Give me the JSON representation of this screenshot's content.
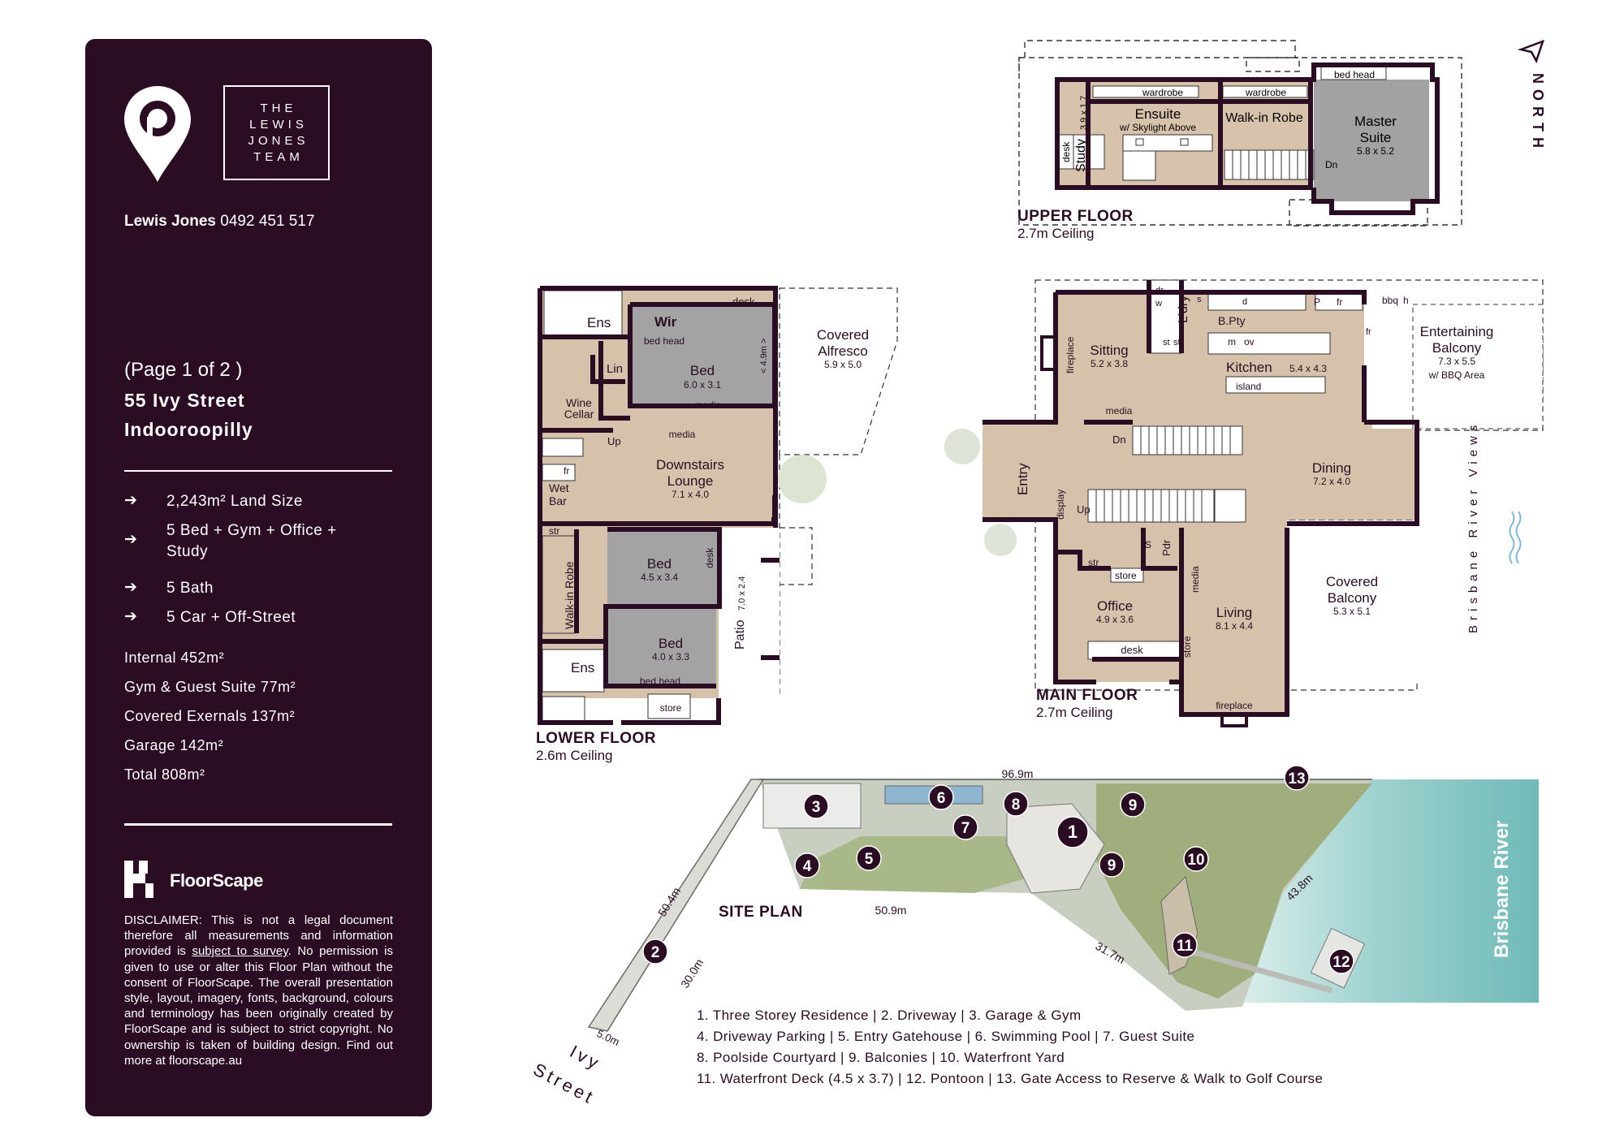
{
  "brand": {
    "team_name_lines": [
      "THE",
      "LEWIS",
      "JONES",
      "TEAM"
    ],
    "agent_name": "Lewis Jones",
    "agent_phone": "0492 451 517"
  },
  "listing": {
    "page": "(Page 1 of 2 )",
    "street": "55 Ivy Street",
    "suburb": "Indooroopilly",
    "features": [
      "2,243m² Land Size",
      "5 Bed + Gym + Office + Study",
      "5 Bath",
      "5 Car + Off-Street"
    ],
    "areas": [
      "Internal 452m²",
      "Gym & Guest Suite 77m²",
      "Covered Exernals 137m²",
      "Garage 142m²",
      "Total 808m²"
    ]
  },
  "footer": {
    "company": "FloorScape",
    "disclaimer_start": "DISCLAIMER: This is not a legal document therefore all measurements and information provided is ",
    "disclaimer_link": "subject to survey",
    "disclaimer_end": ". No permission is given to use or alter this Floor Plan without the consent of FloorScape. The overall presentation style, layout, imagery, fonts, background, colours and terminology has been originally created by FloorScape and is subject to strict copyright. No ownership is taken of building design. Find out more at floorscape.au"
  },
  "north_label": "NORTH",
  "upper_floor": {
    "title": "UPPER FLOOR",
    "ceiling": "2.7m Ceiling",
    "labels": {
      "wardrobe_1": "wardrobe",
      "wardrobe_2": "wardrobe",
      "bed_head": "bed head",
      "ensuite": "Ensuite",
      "ensuite_note": "w/ Skylight Above",
      "walk_in_robe": "Walk-in Robe",
      "master": "Master",
      "suite": "Suite",
      "master_dim": "5.8 x 5.2",
      "study": "Study",
      "study_dim": "3.9 x 1.7",
      "desk": "desk",
      "dn": "Dn"
    }
  },
  "lower_floor": {
    "title": "LOWER FLOOR",
    "ceiling": "2.6m Ceiling",
    "labels": {
      "ens_top": "Ens",
      "wir": "Wir",
      "desk_top": "desk",
      "bed_head_1": "bed head",
      "bed_main": "Bed",
      "bed_main_dim": "6.0 x 3.1",
      "media_1": "media",
      "dim_49": "< 4.9m >",
      "lin": "Lin",
      "wine": "Wine",
      "cellar": "Cellar",
      "up": "Up",
      "media_2": "media",
      "covered": "Covered",
      "alfresco": "Alfresco",
      "alfresco_dim": "5.9 x 5.0",
      "lounge_1": "Downstairs",
      "lounge_2": "Lounge",
      "lounge_dim": "7.1 x 4.0",
      "fr": "fr",
      "wet": "Wet",
      "bar": "Bar",
      "str": "str",
      "walk_in_robe": "Walk-in Robe",
      "bed_2": "Bed",
      "bed_2_dim": "4.5 x 3.4",
      "desk_2": "desk",
      "patio": "Patio",
      "patio_dim": "7.0 x 2.4",
      "ens_bottom": "Ens",
      "bed_3": "Bed",
      "bed_3_dim": "4.0 x 3.3",
      "bed_head_2": "bed head",
      "store": "store"
    }
  },
  "main_floor": {
    "title": "MAIN FLOOR",
    "ceiling": "2.7m Ceiling",
    "labels": {
      "dr": "dr",
      "w": "w",
      "s": "s",
      "d": "d",
      "ldry": "L'dry",
      "p": "P",
      "fr": "fr",
      "bbq": "bbq",
      "h": "h",
      "bpty": "B.Pty",
      "st1": "st",
      "st2": "st",
      "m": "m",
      "ov": "ov",
      "island": "island",
      "fr2": "fr",
      "sitting": "Sitting",
      "sitting_dim": "5.2 x 3.8",
      "fireplace": "fireplace",
      "kitchen": "Kitchen",
      "kitchen_dim": "5.4 x 4.3",
      "ent_1": "Entertaining",
      "ent_2": "Balcony",
      "ent_dim": "7.3 x 5.5",
      "ent_note": "w/ BBQ Area",
      "media": "media",
      "dn": "Dn",
      "entry": "Entry",
      "display": "display",
      "up": "Up",
      "dining": "Dining",
      "dining_dim": "7.2 x 4.0",
      "s2": "S",
      "str": "str",
      "pdr": "Pdr",
      "store": "store",
      "office": "Office",
      "office_dim": "4.9 x 3.6",
      "desk": "desk",
      "media_v": "media",
      "store_v": "store",
      "living": "Living",
      "living_dim": "8.1 x 4.4",
      "cov_1": "Covered",
      "cov_2": "Balcony",
      "cov_dim": "5.3 x 5.1",
      "fireplace_b": "fireplace",
      "river_views": "Brisbane River Views"
    }
  },
  "site_plan": {
    "title": "SITE PLAN",
    "dims": {
      "top": "96.9m",
      "left_upper": "50.4m",
      "left_lower": "30.0m",
      "bottom_short": "5.0m",
      "mid": "50.9m",
      "diag": "31.7m",
      "river_side": "43.8m"
    },
    "street_line1": "Ivy",
    "street_line2": "Street",
    "river": "Brisbane River",
    "markers": [
      "1",
      "2",
      "3",
      "4",
      "5",
      "6",
      "7",
      "8",
      "9",
      "9",
      "10",
      "11",
      "12",
      "13"
    ]
  },
  "legend": [
    "1. Three Storey Residence  |  2. Driveway  |  3. Garage & Gym",
    "4. Driveway Parking  |  5. Entry Gatehouse  |  6. Swimming Pool  |  7. Guest Suite",
    "8. Poolside Courtyard  |  9. Balconies  |  10. Waterfront Yard",
    "11. Waterfront Deck (4.5 x 3.7)  |  12. Pontoon  |  13. Gate Access to Reserve & Walk to Golf Course"
  ],
  "colors": {
    "panel": "#2b0d23",
    "wood": "#d6c3ab",
    "carpet": "#a3a3a4",
    "wall": "#2b0d23",
    "lawn": "#9fae7c",
    "water": "#7fc3c1"
  }
}
